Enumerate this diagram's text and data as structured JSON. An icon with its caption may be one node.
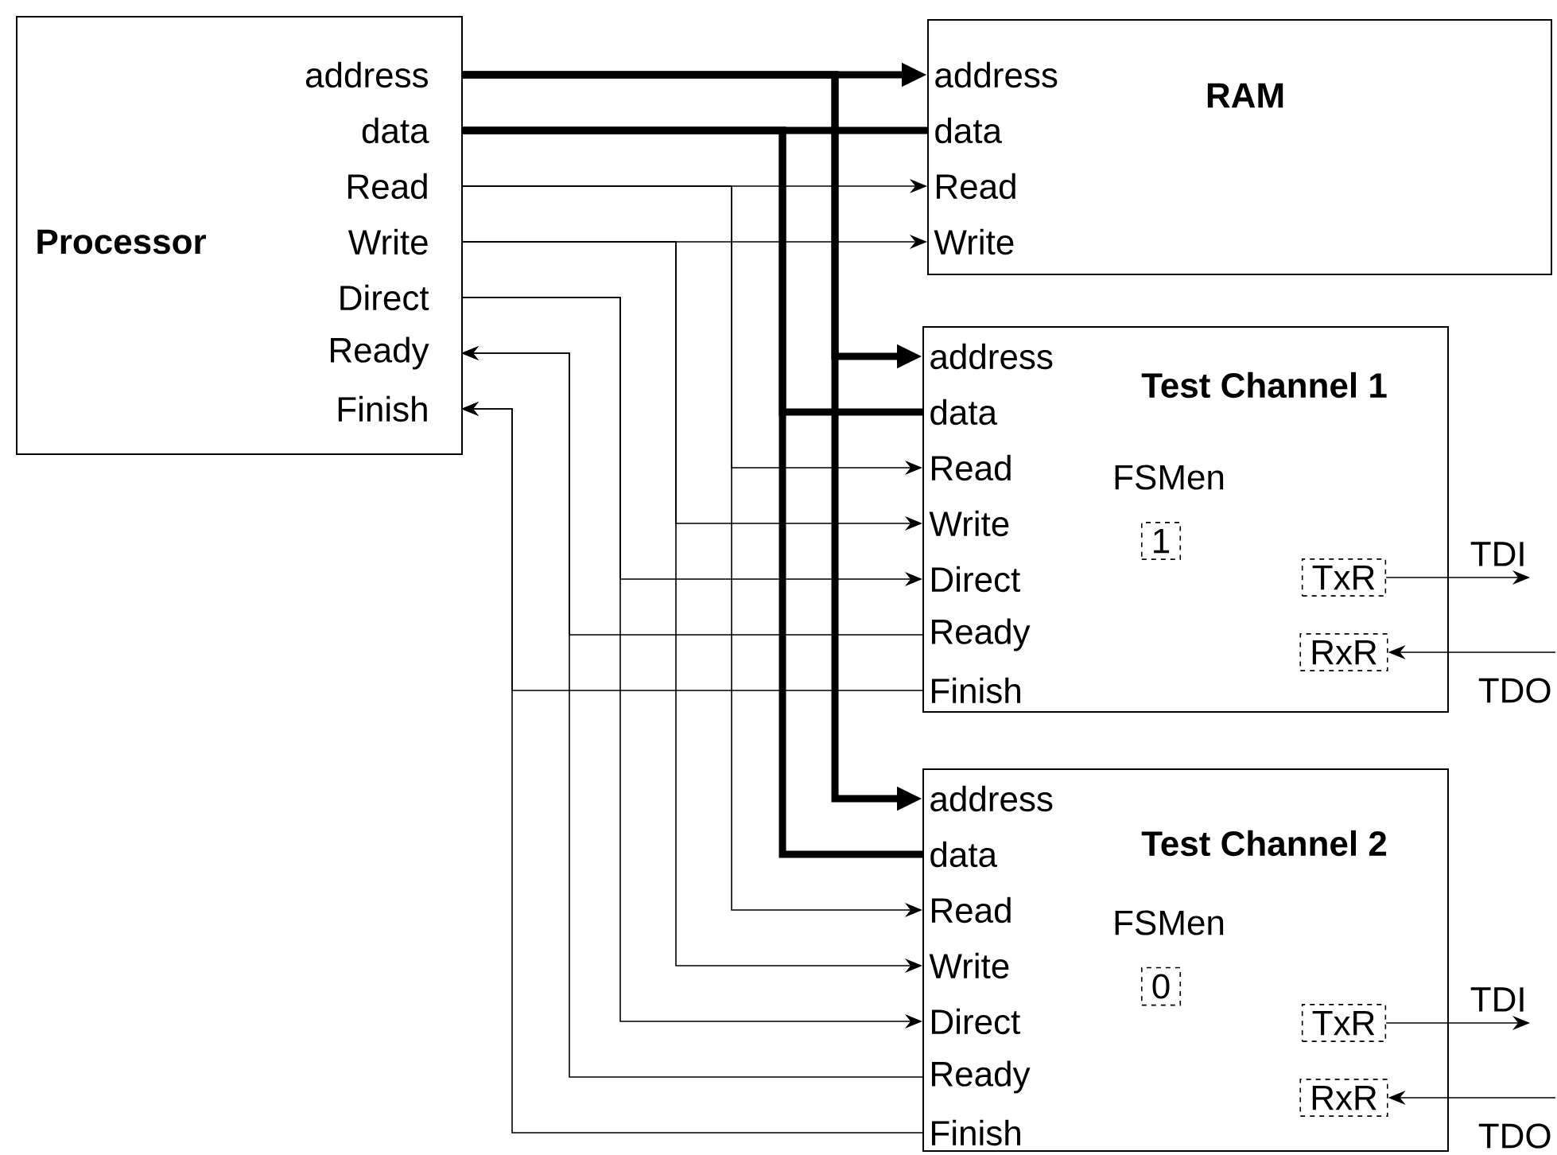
{
  "diagram": {
    "nodes": [
      {
        "text": [
          "Processor"
        ]
      },
      {
        "text": [
          "address"
        ],
        "in": 0
      },
      {
        "text": [
          "data"
        ],
        "in": 0
      },
      {
        "text": [
          "Read"
        ],
        "in": 0
      },
      {
        "text": [
          "Write"
        ],
        "in": 0
      },
      {
        "text": [
          "Direct"
        ],
        "in": 0
      },
      {
        "text": [
          "Ready"
        ],
        "in": 0
      },
      {
        "text": [
          "Finish"
        ],
        "in": 0
      },
      {
        "text": [
          "RAM"
        ]
      },
      {
        "text": [
          "address"
        ],
        "in": 8
      },
      {
        "text": [
          "data"
        ],
        "in": 8
      },
      {
        "text": [
          "Read"
        ],
        "in": 8
      },
      {
        "text": [
          "Write"
        ],
        "in": 8
      },
      {
        "text": [
          "Test Channel 1"
        ]
      },
      {
        "text": [
          "address"
        ],
        "in": 13
      },
      {
        "text": [
          "data"
        ],
        "in": 13
      },
      {
        "text": [
          "Read"
        ],
        "in": 13
      },
      {
        "text": [
          "Write"
        ],
        "in": 13
      },
      {
        "text": [
          "Direct"
        ],
        "in": 13
      },
      {
        "text": [
          "Ready"
        ],
        "in": 13
      },
      {
        "text": [
          "Finish"
        ],
        "in": 13
      },
      {
        "text": [
          "1"
        ],
        "beside": [
          "FSMen"
        ],
        "in": 13
      },
      {
        "text": [
          "TxR"
        ],
        "in": 13
      },
      {
        "text": [
          "RxR"
        ],
        "in": 13
      },
      {
        "text": [
          "TDI"
        ]
      },
      {
        "text": [
          "TDO"
        ]
      },
      {
        "text": [
          "Test Channel 2"
        ]
      },
      {
        "text": [
          "address"
        ],
        "in": 26
      },
      {
        "text": [
          "data"
        ],
        "in": 26
      },
      {
        "text": [
          "Read"
        ],
        "in": 26
      },
      {
        "text": [
          "Write"
        ],
        "in": 26
      },
      {
        "text": [
          "Direct"
        ],
        "in": 26
      },
      {
        "text": [
          "Ready"
        ],
        "in": 26
      },
      {
        "text": [
          "Finish"
        ],
        "in": 26
      },
      {
        "text": [
          "0"
        ],
        "beside": [
          "FSMen"
        ],
        "in": 26
      },
      {
        "text": [
          "TxR"
        ],
        "in": 26
      },
      {
        "text": [
          "RxR"
        ],
        "in": 26
      },
      {
        "text": [
          "TDI"
        ]
      },
      {
        "text": [
          "TDO"
        ]
      }
    ],
    "edges": [
      {
        "from": 1,
        "to": 9,
        "arrow": "to",
        "style": "thick"
      },
      {
        "from": 1,
        "to": 14,
        "arrow": "to",
        "style": "thick"
      },
      {
        "from": 1,
        "to": 27,
        "arrow": "to",
        "style": "thick"
      },
      {
        "from": 2,
        "to": 10,
        "arrow": "none",
        "style": "thick"
      },
      {
        "from": 2,
        "to": 15,
        "arrow": "none",
        "style": "thick"
      },
      {
        "from": 2,
        "to": 28,
        "arrow": "none",
        "style": "thick"
      },
      {
        "from": 3,
        "to": 11,
        "arrow": "to"
      },
      {
        "from": 3,
        "to": 16,
        "arrow": "to"
      },
      {
        "from": 3,
        "to": 29,
        "arrow": "to"
      },
      {
        "from": 4,
        "to": 12,
        "arrow": "to"
      },
      {
        "from": 4,
        "to": 17,
        "arrow": "to"
      },
      {
        "from": 4,
        "to": 30,
        "arrow": "to"
      },
      {
        "from": 5,
        "to": 18,
        "arrow": "to"
      },
      {
        "from": 5,
        "to": 31,
        "arrow": "to"
      },
      {
        "from": 19,
        "to": 6,
        "arrow": "to"
      },
      {
        "from": 32,
        "to": 6,
        "arrow": "to"
      },
      {
        "from": 20,
        "to": 7,
        "arrow": "to"
      },
      {
        "from": 33,
        "to": 7,
        "arrow": "to"
      },
      {
        "from": 22,
        "to": 24,
        "arrow": "to"
      },
      {
        "from": 25,
        "to": 23,
        "arrow": "to"
      },
      {
        "from": 35,
        "to": 37,
        "arrow": "to"
      },
      {
        "from": 38,
        "to": 36,
        "arrow": "to"
      }
    ]
  }
}
